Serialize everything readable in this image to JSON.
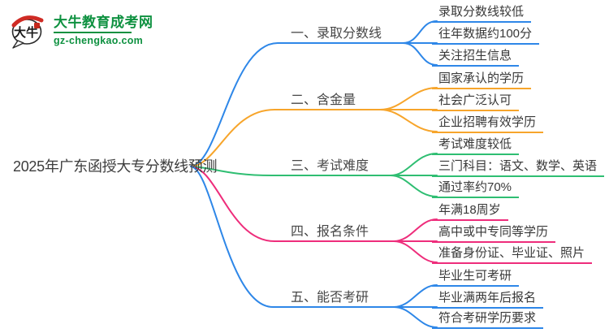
{
  "logo": {
    "icon_text": "大牛",
    "site_name": "大牛教育成考网",
    "site_url": "gz-chengkao.com",
    "brand_green": "#0e9140",
    "accent_red": "#cf2b24",
    "bubble_outline": "#2a2a2a"
  },
  "mindmap": {
    "title": "2025年广东函授大专分数线预测",
    "title_color": "#3d3d3d",
    "branches": [
      {
        "label": "一、录取分数线",
        "color": "#2e87e8",
        "items": [
          "录取分数线较低",
          "往年数据约100分",
          "关注招生信息"
        ]
      },
      {
        "label": "二、含金量",
        "color": "#f7a52b",
        "items": [
          "国家承认的学历",
          "社会广泛认可",
          "企业招聘有效学历"
        ]
      },
      {
        "label": "三、考试难度",
        "color": "#2fbe72",
        "items": [
          "考试难度较低",
          "三门科目：语文、数学、英语",
          "通过率约70%"
        ]
      },
      {
        "label": "四、报名条件",
        "color": "#ee2d7b",
        "items": [
          "年满18周岁",
          "高中或中专同等学历",
          "准备身份证、毕业证、照片"
        ]
      },
      {
        "label": "五、能否考研",
        "color": "#2e87e8",
        "items": [
          "毕业生可考研",
          "毕业满两年后报名",
          "符合考研学历要求"
        ]
      }
    ]
  }
}
